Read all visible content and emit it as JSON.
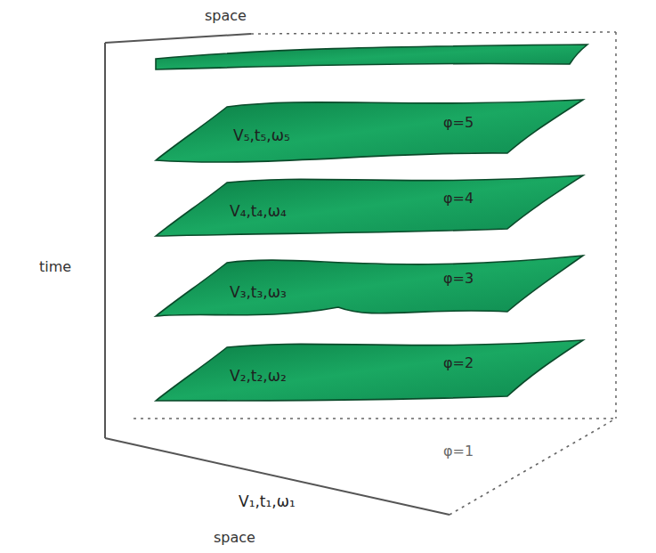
{
  "diagram": {
    "labels": [
      "space",
      "φ=5",
      "V₅,t₅,ω₅",
      "φ=4",
      "V₄,t₄,ω₄",
      "φ=3",
      "time",
      "V₃,t₃,ω₃",
      "φ=2",
      "V₂,t₂,ω₂",
      "V₁,t₁,ω₁",
      "φ=1",
      "space"
    ]
  }
}
